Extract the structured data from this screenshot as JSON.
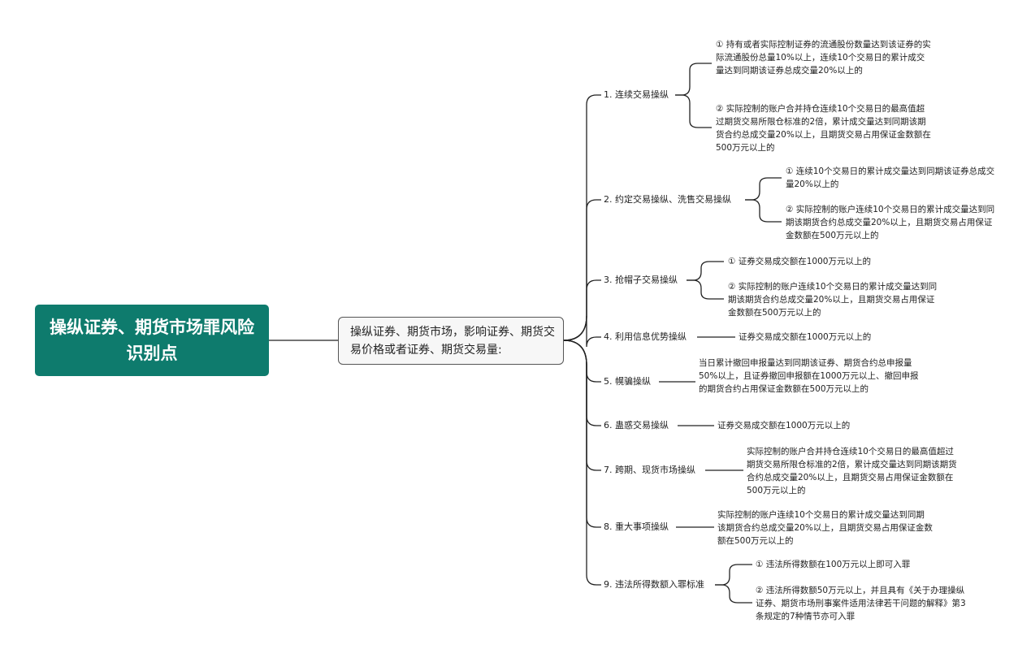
{
  "root": {
    "title": "操纵证券、期货市场罪风险识别点"
  },
  "hub": {
    "text": "操纵证券、期货市场，影响证券、期货交易价格或者证券、期货交易量:"
  },
  "branches": [
    {
      "label": "1. 连续交易操纵",
      "leaves": [
        "① 持有或者实际控制证券的流通股份数量达到该证券的实际流通股份总量10%以上，连续10个交易日的累计成交量达到同期该证券总成交量20%以上的",
        "② 实际控制的账户合并持仓连续10个交易日的最高值超过期货交易所限仓标准的2倍，累计成交量达到同期该期货合约总成交量20%以上，且期货交易占用保证金数额在500万元以上的"
      ]
    },
    {
      "label": "2. 约定交易操纵、洗售交易操纵",
      "leaves": [
        "① 连续10个交易日的累计成交量达到同期该证券总成交量20%以上的",
        "② 实际控制的账户连续10个交易日的累计成交量达到同期该期货合约总成交量20%以上，且期货交易占用保证金数额在500万元以上的"
      ]
    },
    {
      "label": "3. 抢帽子交易操纵",
      "leaves": [
        "① 证券交易成交额在1000万元以上的",
        "② 实际控制的账户连续10个交易日的累计成交量达到同期该期货合约总成交量20%以上，且期货交易占用保证金数额在500万元以上的"
      ]
    },
    {
      "label": "4. 利用信息优势操纵",
      "leaves": [
        "证券交易成交额在1000万元以上的"
      ]
    },
    {
      "label": "5. 幌骗操纵",
      "leaves": [
        "当日累计撤回申报量达到同期该证券、期货合约总申报量50%以上，且证券撤回申报额在1000万元以上、撤回申报的期货合约占用保证金数额在500万元以上的"
      ]
    },
    {
      "label": "6. 蛊惑交易操纵",
      "leaves": [
        "证券交易成交额在1000万元以上的"
      ]
    },
    {
      "label": "7. 跨期、现货市场操纵",
      "leaves": [
        "实际控制的账户合并持仓连续10个交易日的最高值超过期货交易所限仓标准的2倍，累计成交量达到同期该期货合约总成交量20%以上，且期货交易占用保证金数额在500万元以上的"
      ]
    },
    {
      "label": "8. 重大事项操纵",
      "leaves": [
        "实际控制的账户连续10个交易日的累计成交量达到同期该期货合约总成交量20%以上，且期货交易占用保证金数额在500万元以上的"
      ]
    },
    {
      "label": "9. 违法所得数额入罪标准",
      "leaves": [
        "① 违法所得数额在100万元以上即可入罪",
        "② 违法所得数额50万元以上，并且具有《关于办理操纵证券、期货市场刑事案件适用法律若干问题的解释》第3条规定的7种情节亦可入罪"
      ]
    }
  ]
}
